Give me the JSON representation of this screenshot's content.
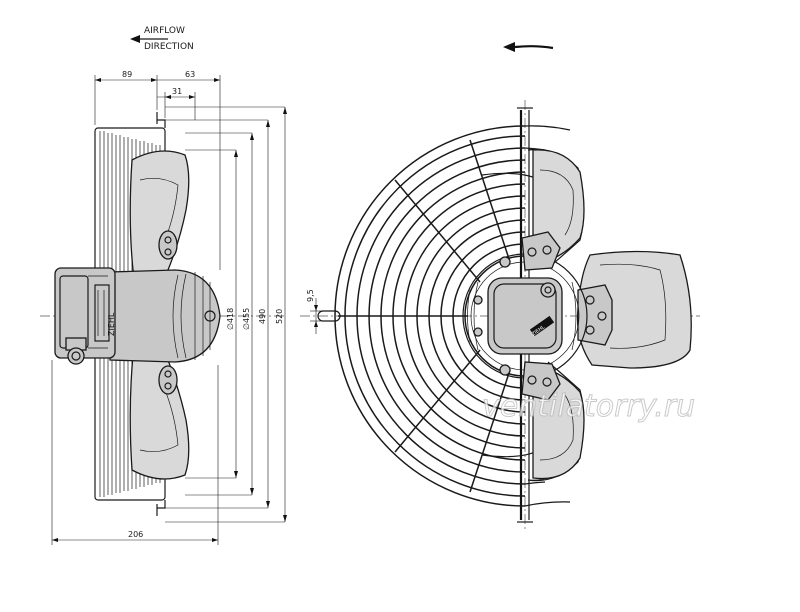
{
  "airflow": {
    "line1": "AIRFLOW",
    "line2": "DIRECTION"
  },
  "dimensions": {
    "d89": "89",
    "d63": "63",
    "d31": "31",
    "d206": "206",
    "d418": "∅418",
    "d455": "∅455",
    "d490": "490",
    "d520": "520",
    "d9_5": "9,5"
  },
  "brand_marks": {
    "side_motor": "ZIEHL",
    "front_motor": "ZIEHL"
  },
  "watermark": "ventilatorry.ru",
  "icons": [
    "airflow-arrow-icon",
    "front-airflow-arrow-icon"
  ]
}
